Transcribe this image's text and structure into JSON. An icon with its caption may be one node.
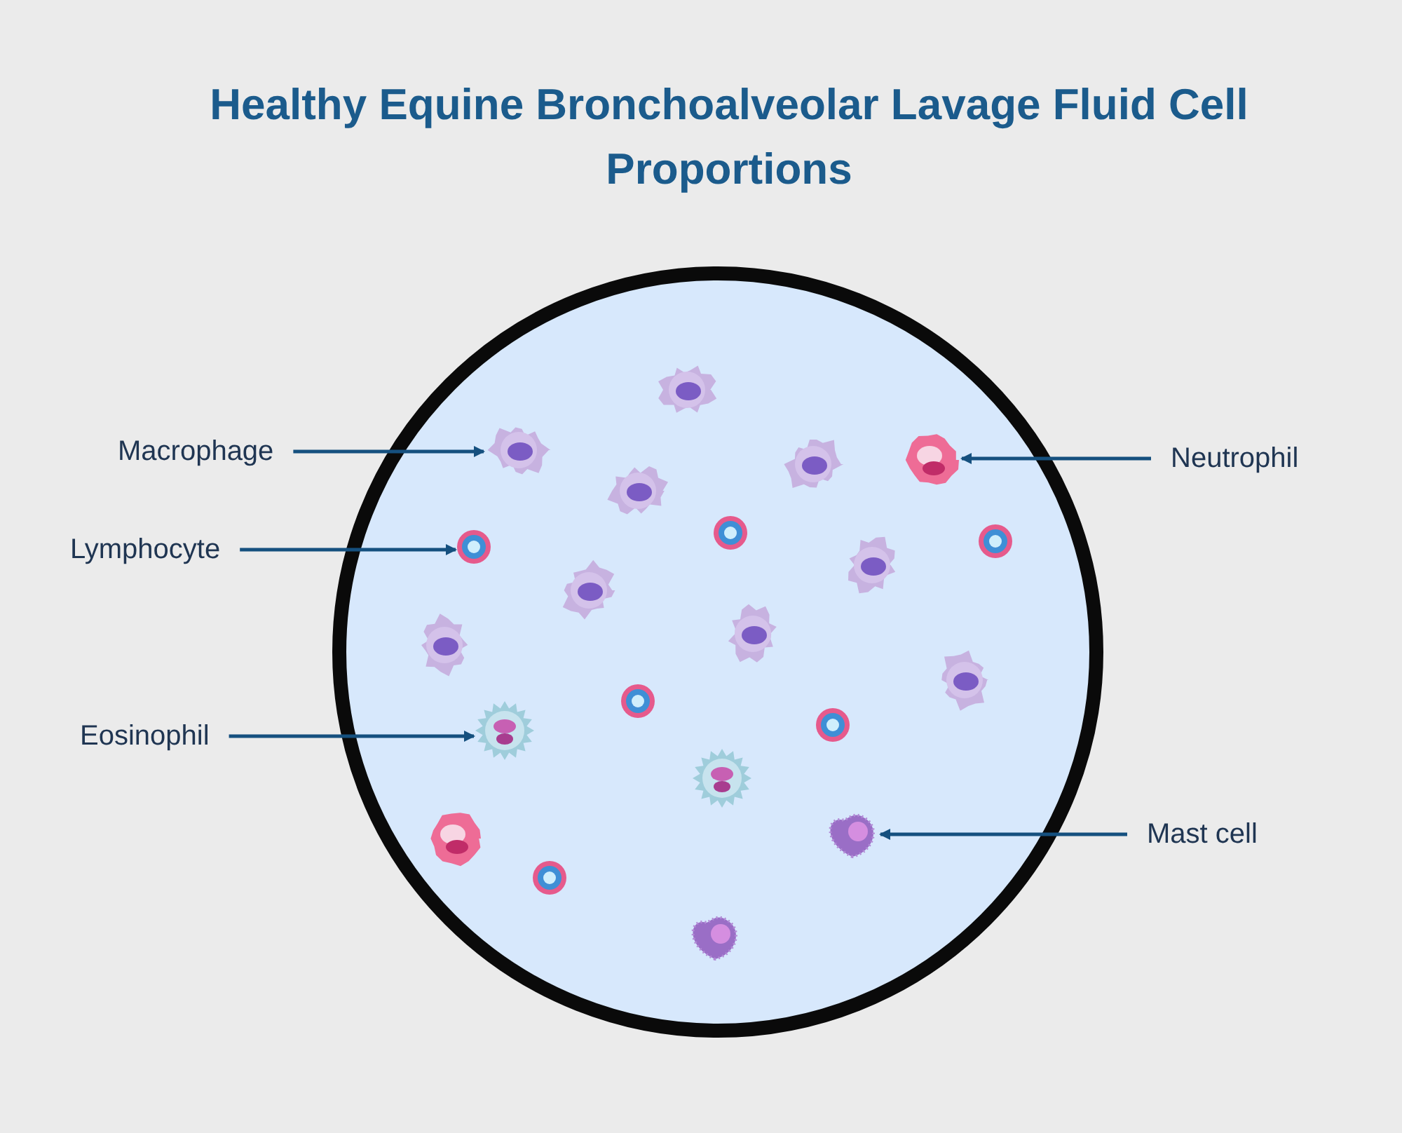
{
  "diagram": {
    "title": "Healthy Equine Bronchoalveolar Lavage Fluid Cell Proportions",
    "nodes": [
      {
        "text": [],
        "shape": "circle"
      },
      {
        "text": [
          "Macrophage"
        ]
      },
      {
        "text": [],
        "shape": "picture",
        "in": 0
      },
      {
        "text": [
          "Lymphocyte"
        ]
      },
      {
        "text": [],
        "shape": "picture",
        "in": 0
      },
      {
        "text": [
          "Eosinophil"
        ]
      },
      {
        "text": [],
        "shape": "picture",
        "in": 0
      },
      {
        "text": [
          "Neutrophil"
        ]
      },
      {
        "text": [],
        "shape": "picture",
        "in": 0
      },
      {
        "text": [
          "Mast cell"
        ]
      },
      {
        "text": [],
        "shape": "picture",
        "in": 0
      }
    ],
    "edges": [
      {
        "from": 1,
        "to": 2,
        "arrow": "to"
      },
      {
        "from": 3,
        "to": 4,
        "arrow": "to"
      },
      {
        "from": 5,
        "to": 6,
        "arrow": "to"
      },
      {
        "from": 7,
        "to": 8,
        "arrow": "to"
      },
      {
        "from": 9,
        "to": 10,
        "arrow": "to"
      }
    ]
  }
}
